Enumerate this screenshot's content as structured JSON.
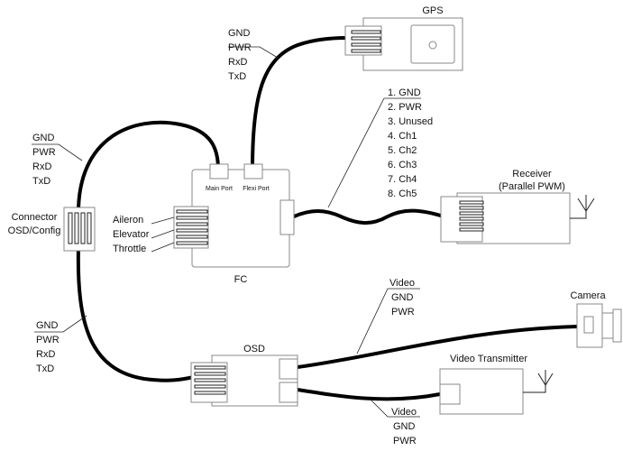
{
  "gps": {
    "title": "GPS",
    "pins": [
      "GND",
      "PWR",
      "RxD",
      "TxD"
    ]
  },
  "connector": {
    "title_line1": "Connector",
    "title_line2": "OSD/Config",
    "pins_top": [
      "GND",
      "PWR",
      "RxD",
      "TxD"
    ],
    "pins_bottom": [
      "GND",
      "PWR",
      "RxD",
      "TxD"
    ]
  },
  "fc": {
    "title": "FC",
    "main_port": "Main Port",
    "flexi_port": "Flexi Port",
    "inputs": [
      "Aileron",
      "Elevator",
      "Throttle"
    ]
  },
  "receiver": {
    "title_line1": "Receiver",
    "title_line2": "(Parallel PWM)",
    "pins": [
      "1. GND",
      "2. PWR",
      "3. Unused",
      "4. Ch1",
      "5. Ch2",
      "6. Ch3",
      "7. Ch4",
      "8. Ch5"
    ]
  },
  "camera": {
    "title": "Camera",
    "pins": [
      "Video",
      "GND",
      "PWR"
    ]
  },
  "osd": {
    "title": "OSD"
  },
  "vtx": {
    "title": "Video Transmitter",
    "pins": [
      "Video",
      "GND",
      "PWR"
    ]
  }
}
